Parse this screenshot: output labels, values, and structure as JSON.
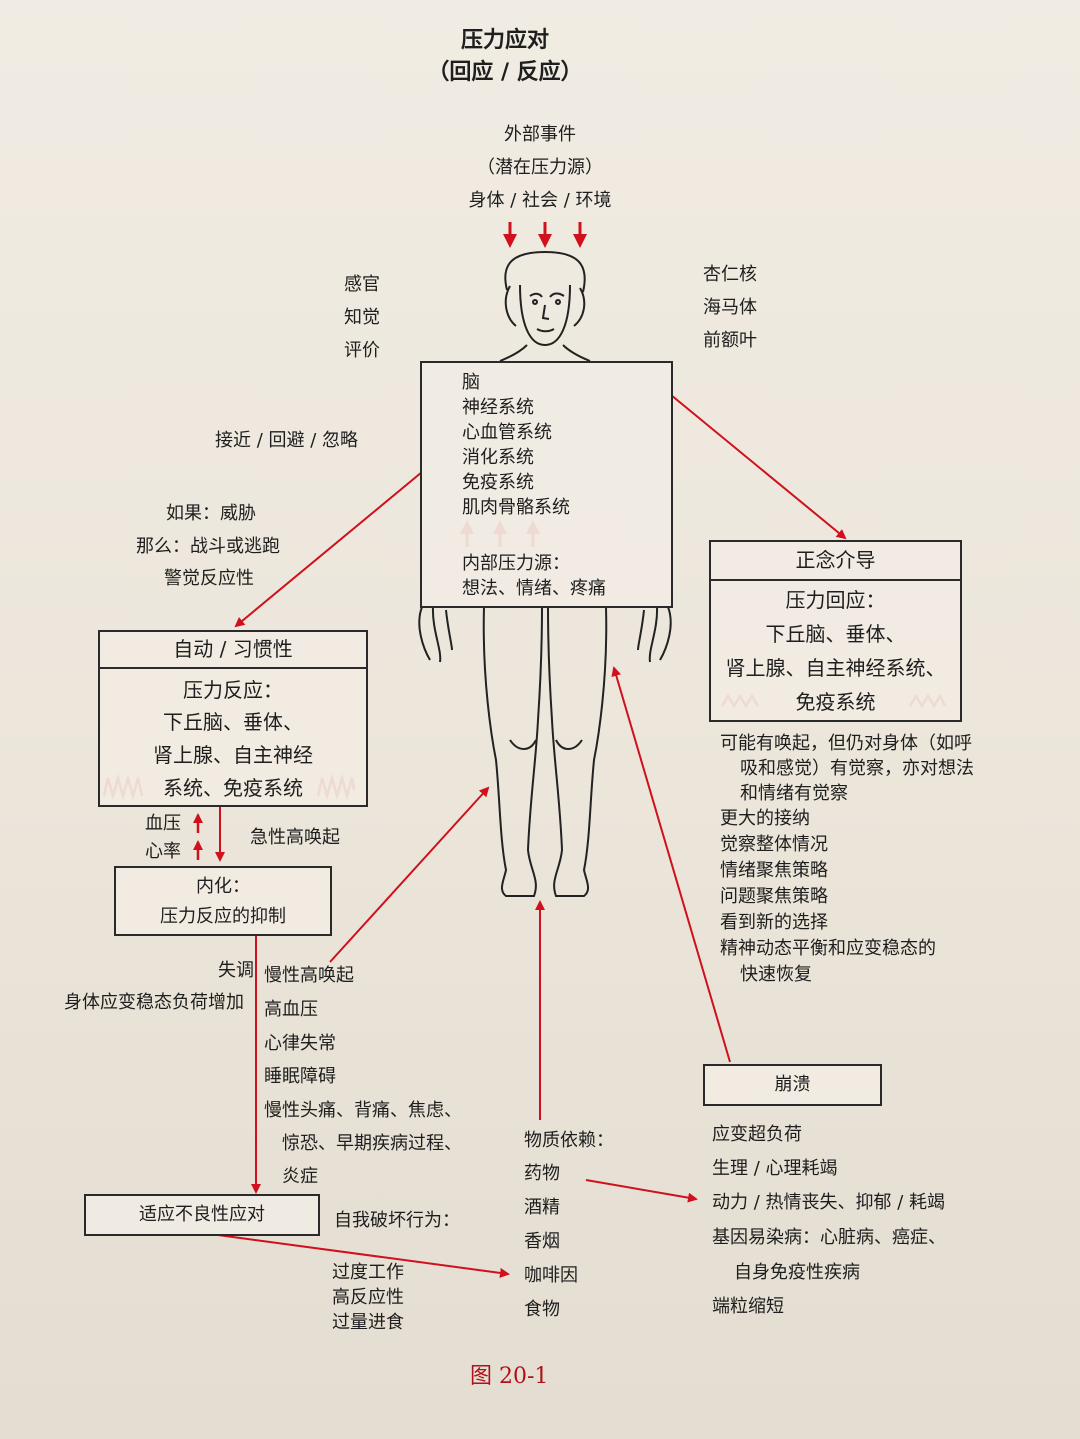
{
  "title": "压力应对",
  "subtitle": "（回应 / 反应）",
  "external": {
    "line1": "外部事件",
    "line2": "（潜在压力源）",
    "line3": "身体 / 社会 / 环境"
  },
  "left_labels": [
    "感官",
    "知觉",
    "评价"
  ],
  "right_labels": [
    "杏仁核",
    "海马体",
    "前额叶"
  ],
  "body_box": {
    "systems": [
      "脑",
      "神经系统",
      "心血管系统",
      "消化系统",
      "免疫系统",
      "肌肉骨骼系统"
    ],
    "internal_title": "内部压力源：",
    "internal_items": "想法、情绪、疼痛"
  },
  "approach": "接近 / 回避 / 忽略",
  "threat": {
    "if": "如果：威胁",
    "then": "那么：战斗或逃跑",
    "alarm": "警觉反应性"
  },
  "auto_box": {
    "header": "自动 / 习惯性",
    "lines": [
      "压力反应：",
      "下丘脑、垂体、",
      "肾上腺、自主神经",
      "系统、免疫系统"
    ]
  },
  "vitals": {
    "bp": "血压",
    "hr": "心率",
    "acute": "急性高唤起"
  },
  "internal_box": {
    "line1": "内化：",
    "line2": "压力反应的抑制"
  },
  "dysreg": {
    "label": "失调",
    "allostatic": "身体应变稳态负荷增加"
  },
  "chronic_list": [
    "慢性高唤起",
    "高血压",
    "心律失常",
    "睡眠障碍",
    "慢性头痛、背痛、焦虑、",
    "惊恐、早期疾病过程、",
    "炎症"
  ],
  "maladaptive": {
    "label": "适应不良性应对",
    "self_destructive": "自我破坏行为：",
    "items": [
      "过度工作",
      "高反应性",
      "过量进食"
    ]
  },
  "substance": {
    "title": "物质依赖：",
    "items": [
      "药物",
      "酒精",
      "香烟",
      "咖啡因",
      "食物"
    ]
  },
  "mindful_box": {
    "header": "正念介导",
    "lines": [
      "压力回应：",
      "下丘脑、垂体、",
      "肾上腺、自主神经系统、",
      "免疫系统"
    ]
  },
  "mindful_effects": [
    "可能有唤起，但仍对身体（如呼",
    "吸和感觉）有觉察，亦对想法",
    "和情绪有觉察",
    "更大的接纳",
    "觉察整体情况",
    "情绪聚焦策略",
    "问题聚焦策略",
    "看到新的选择",
    "精神动态平衡和应变稳态的",
    "快速恢复"
  ],
  "collapse": {
    "label": "崩溃",
    "items": [
      "应变超负荷",
      "生理 / 心理耗竭",
      "动力 / 热情丧失、抑郁 / 耗竭",
      "基因易染病：心脏病、癌症、",
      "自身免疫性疾病",
      "端粒缩短"
    ]
  },
  "figure_caption": "图   20-1",
  "colors": {
    "arrow": "#d0101c",
    "ink": "#1e1e1e",
    "box_border": "#2a2a2a"
  }
}
